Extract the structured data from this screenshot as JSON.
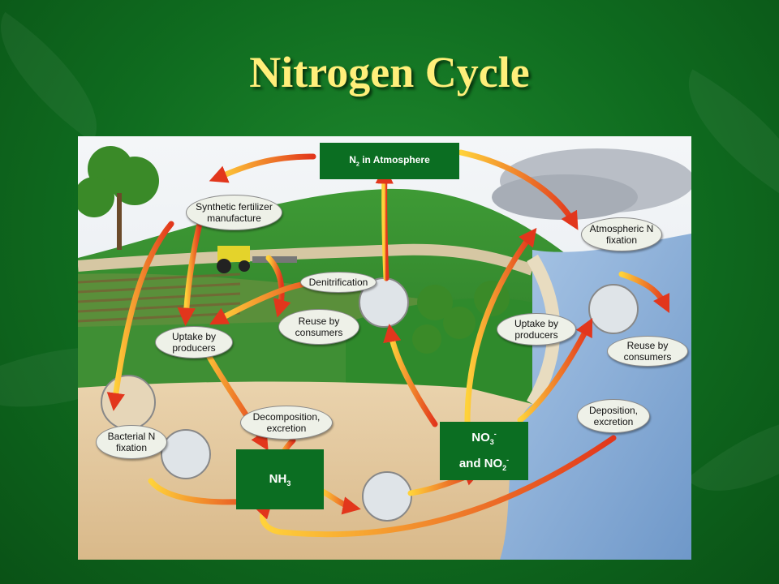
{
  "title": "Nitrogen Cycle",
  "diagram": {
    "n2_box": "N2 in Atmosphere",
    "nh3_box": "NH3",
    "no3_box": {
      "line1": "NO3-",
      "line2": "and NO2-"
    },
    "labels": {
      "synthetic_fertilizer": "Synthetic fertilizer manufacture",
      "atmospheric_fixation": "Atmospheric N fixation",
      "denitrification": "Denitrification",
      "reuse_land": "Reuse by consumers",
      "uptake_land": "Uptake by producers",
      "decomposition": "Decomposition, excretion",
      "bacterial_fixation": "Bacterial N fixation",
      "uptake_water": "Uptake by producers",
      "reuse_water": "Reuse by consumers",
      "deposition": "Deposition, excretion"
    }
  },
  "colors": {
    "background": "#137a26",
    "title": "#ffef7a",
    "box": "#0b6e22",
    "arrow": "#f07d1a",
    "water": "#8cb0da",
    "soil": "#e4c9a0"
  }
}
